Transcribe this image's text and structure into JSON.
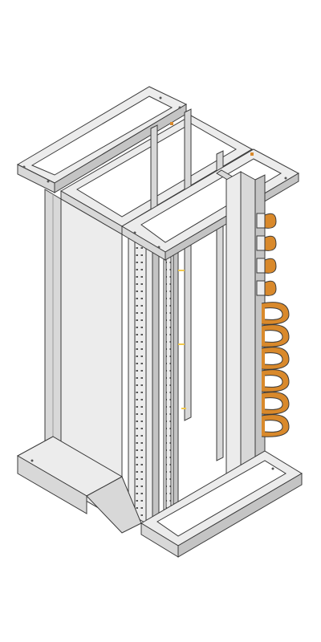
{
  "figure": {
    "subject": "open-frame-equipment-rack",
    "view": "isometric",
    "colors": {
      "background": "#ffffff",
      "line": "#3a3a3a",
      "panel": "#ececec",
      "panel_shade": "#d8d8d8",
      "panel_dark": "#c4c4c4",
      "accent_orange": "#d9892b",
      "accent_yellow": "#f2c94c"
    },
    "cable_spool_count": 10,
    "icons": [
      "cable-spool-icon",
      "mounting-hole-icon"
    ]
  }
}
